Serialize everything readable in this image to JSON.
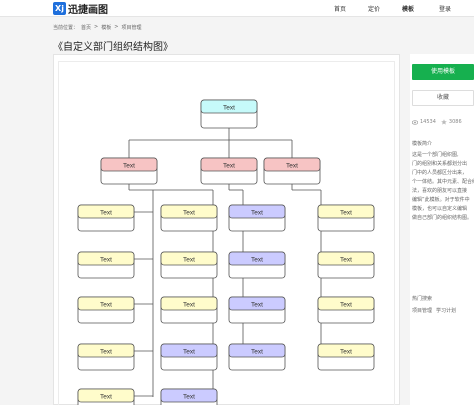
{
  "brand": {
    "logo_glyph": "Xj",
    "name": "迅捷画图",
    "accent": "#1e6fdc"
  },
  "nav": {
    "home": "首页",
    "pricing": "定价",
    "templates": "模板",
    "login": "登录"
  },
  "breadcrumb": {
    "prefix": "当前位置：",
    "items": [
      "首页",
      "模板",
      "项目管理"
    ],
    "separator": ">"
  },
  "page_title": "《自定义部门组织结构图》",
  "diagram": {
    "root": "Text",
    "branches": [
      "Text",
      "Text",
      "Text"
    ],
    "columns": [
      [
        "Text",
        "Text",
        "Text",
        "Text",
        "Text"
      ],
      [
        "Text",
        "Text",
        "Text",
        "Text",
        "Text"
      ],
      [
        "Text",
        "Text",
        "Text",
        "Text"
      ],
      [
        "Text",
        "Text",
        "Text",
        "Text"
      ]
    ],
    "column_styles": [
      [
        "yellow",
        "yellow",
        "yellow",
        "yellow",
        "yellow"
      ],
      [
        "yellow",
        "yellow",
        "yellow",
        "purple",
        "purple"
      ],
      [
        "purple",
        "purple",
        "purple",
        "purple"
      ],
      [
        "yellow",
        "yellow",
        "yellow",
        "yellow"
      ]
    ],
    "colors": {
      "root": "#c6fafa",
      "branch": "#f7c4c4",
      "yellow": "#fffccb",
      "purple": "#cbcbff",
      "stroke": "#555555"
    }
  },
  "sidebar": {
    "use_button": "使用模板",
    "fav_button": "收藏",
    "views_icon": "eye-icon",
    "views": "14534",
    "likes_icon": "star-icon",
    "likes": "3086",
    "intro_title": "模板简介",
    "intro_lines": [
      "这是一个部门组织图,",
      "门的组别和关系都划分出",
      "门中的人员都区分出来，",
      "个一体结。其中元素、配合结",
      "法，喜欢的朋友可以直接",
      "编辑”此模板。对于软件中",
      "模板，也可以自定义编辑",
      "做自己部门的组织结构图。"
    ],
    "hot_title": "热门搜索",
    "hot_tags": [
      "项目管理",
      "学习计划"
    ],
    "accent": "#16b04f"
  }
}
